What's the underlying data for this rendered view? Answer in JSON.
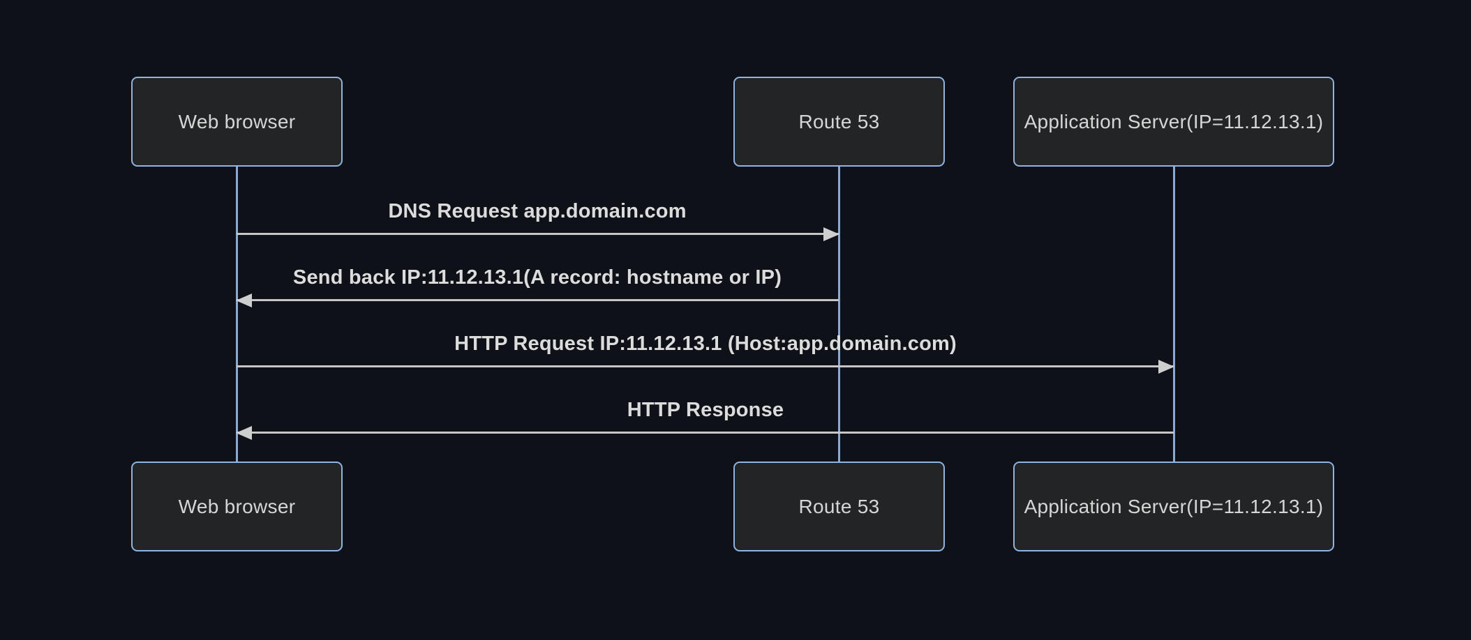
{
  "diagram": {
    "type": "sequence-diagram",
    "theme": "dark",
    "colors": {
      "background": "#0e1117",
      "actor_fill": "#222425",
      "actor_border": "#8fb4e4",
      "actor_text": "#d6d6d6",
      "lifeline": "#8ca9d2",
      "message_line": "#c6c6c6",
      "message_text": "#dcdcdc"
    },
    "actors": [
      {
        "id": "web-browser",
        "label": "Web browser"
      },
      {
        "id": "route-53",
        "label": "Route 53"
      },
      {
        "id": "app-server",
        "label": "Application Server(IP=11.12.13.1)"
      }
    ],
    "messages": [
      {
        "from": "web-browser",
        "to": "route-53",
        "direction": "right",
        "arrow": "solid-filled-head",
        "label": "DNS Request app.domain.com"
      },
      {
        "from": "route-53",
        "to": "web-browser",
        "direction": "left",
        "arrow": "solid-filled-head",
        "label": "Send back IP:11.12.13.1(A record: hostname or IP)"
      },
      {
        "from": "web-browser",
        "to": "app-server",
        "direction": "right",
        "arrow": "solid-filled-head",
        "label": "HTTP Request IP:11.12.13.1 (Host:app.domain.com)"
      },
      {
        "from": "app-server",
        "to": "web-browser",
        "direction": "left",
        "arrow": "solid-filled-head",
        "label": "HTTP Response"
      }
    ]
  }
}
